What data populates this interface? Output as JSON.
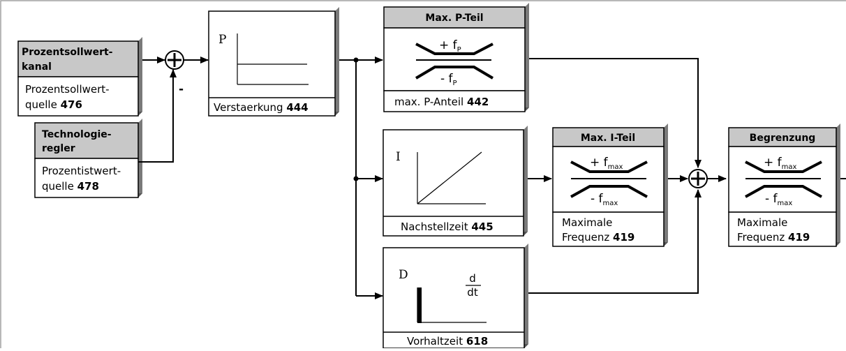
{
  "blocks": {
    "prozentsollwert": {
      "title_line1": "Prozentsollwert-",
      "title_line2": "kanal",
      "text_line1": "Prozentsollwert-",
      "text_line2_prefix": "quelle ",
      "text_line2_number": "476"
    },
    "technologieregler": {
      "title_line1": "Technologie-",
      "title_line2": "regler",
      "text_line1": "Prozentistwert-",
      "text_line2_prefix": "quelle ",
      "text_line2_number": "478"
    },
    "p_block": {
      "symbol": "P",
      "label_prefix": "Verstaerkung ",
      "label_number": "444"
    },
    "max_p_teil": {
      "title": "Max. P-Teil",
      "upper": "+ f",
      "upper_sub": "P",
      "lower": "- f",
      "lower_sub": "P",
      "label_prefix": "max. P-Anteil ",
      "label_number": "442"
    },
    "i_block": {
      "symbol": "I",
      "label_prefix": "Nachstellzeit ",
      "label_number": "445"
    },
    "max_i_teil": {
      "title": "Max. I-Teil",
      "upper": "+ f",
      "upper_sub": "max",
      "lower": "- f",
      "lower_sub": "max",
      "text_line1": "Maximale",
      "text_line2_prefix": "Frequenz ",
      "text_line2_number": "419"
    },
    "d_block": {
      "symbol": "D",
      "frac_num": "d",
      "frac_den": "dt",
      "label_prefix": "Vorhaltzeit ",
      "label_number": "618"
    },
    "begrenzung": {
      "title": "Begrenzung",
      "upper": "+ f",
      "upper_sub": "max",
      "lower": "- f",
      "lower_sub": "max",
      "text_line1": "Maximale",
      "text_line2_prefix": "Frequenz ",
      "text_line2_number": "419"
    }
  },
  "summing_junction_1": {
    "minus_sign": "-"
  },
  "colors": {
    "title_fill": "#c8c8c8",
    "shadow": "#7a7a7a",
    "line": "#000000",
    "frame": "#a0a0a0"
  }
}
